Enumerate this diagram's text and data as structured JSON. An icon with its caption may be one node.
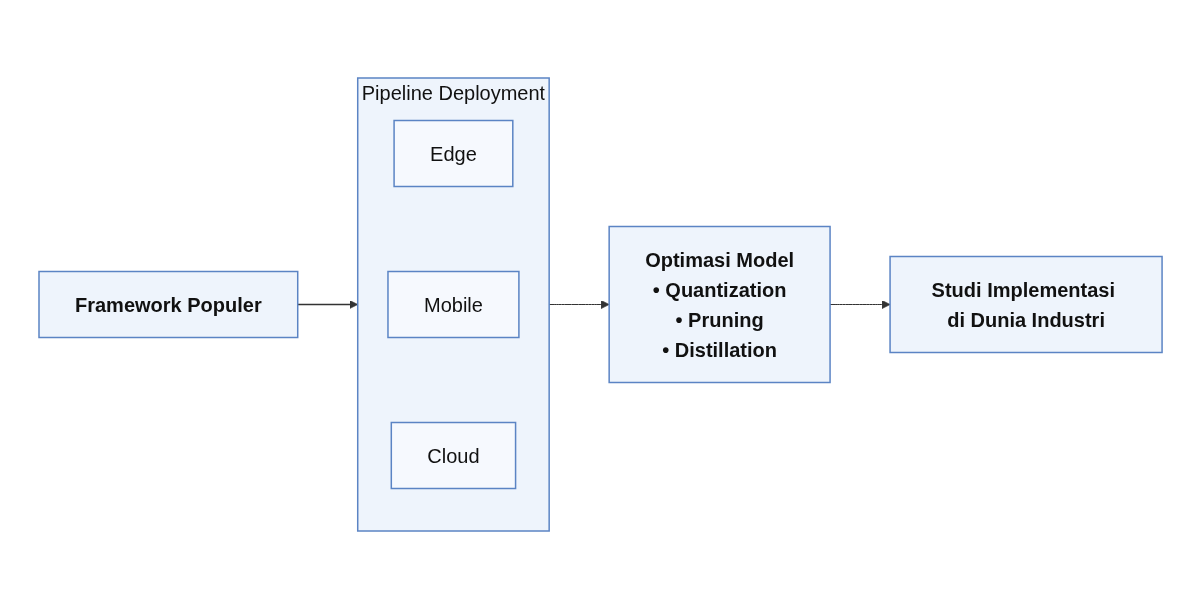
{
  "diagram": {
    "nodes": [
      {
        "text": [
          "Framework Populer"
        ]
      },
      {
        "text": [
          "Pipeline Deployment"
        ]
      },
      {
        "text": [
          "Edge"
        ],
        "in": 1
      },
      {
        "text": [
          "Mobile"
        ],
        "in": 1
      },
      {
        "text": [
          "Cloud"
        ],
        "in": 1
      },
      {
        "text": [
          "Optimasi Model",
          "• Quantization",
          "• Pruning",
          "• Distillation"
        ]
      },
      {
        "text": [
          "Studi Implementasi di Dunia Industri"
        ]
      }
    ],
    "edges": [
      {
        "from": 0,
        "to": 1,
        "arrow": "to"
      },
      {
        "from": 1,
        "to": 5,
        "arrow": "to"
      },
      {
        "from": 5,
        "to": 6,
        "arrow": "to"
      }
    ]
  }
}
